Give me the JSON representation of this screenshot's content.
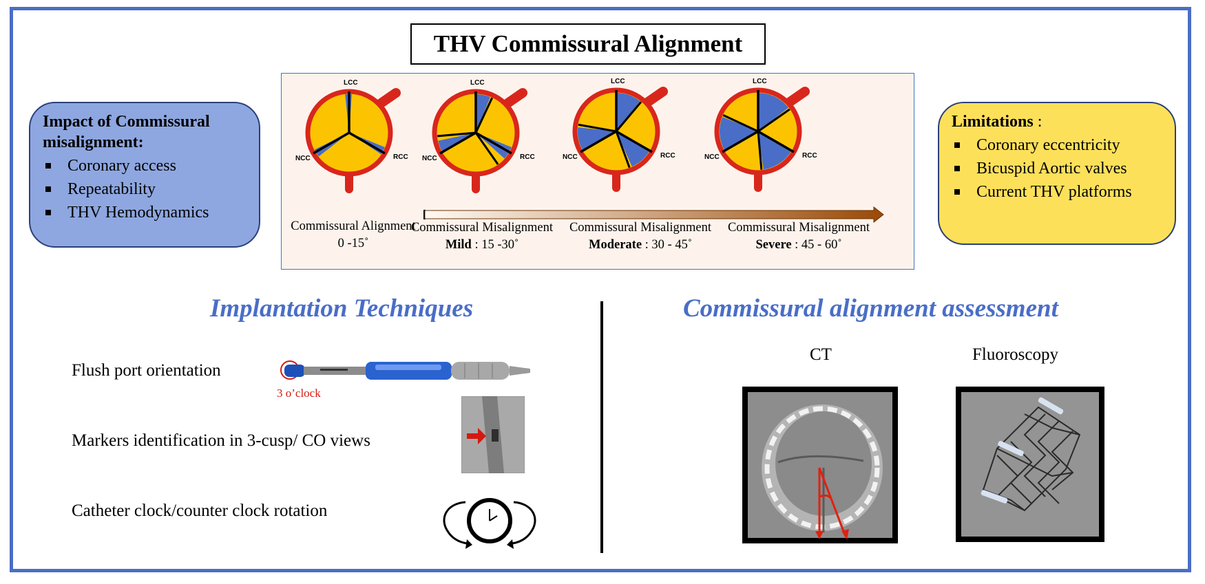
{
  "title": "THV Commissural Alignment",
  "impact": {
    "heading": "Impact of Commissural misalignment:",
    "items": [
      "Coronary access",
      "Repeatability",
      "THV Hemodynamics"
    ]
  },
  "limitations": {
    "heading": "Limitations",
    "colon": " :",
    "items": [
      "Coronary eccentricity",
      "Bicuspid Aortic valves",
      "Current THV platforms"
    ]
  },
  "cusp_labels": {
    "lcc": "LCC",
    "ncc": "NCC",
    "rcc": "RCC"
  },
  "stages": [
    {
      "line1": "Commissural Alignment",
      "line2_bold": "",
      "line2_rest": "0 -15˚"
    },
    {
      "line1": "Commissural Misalignment",
      "line2_bold": "Mild",
      "line2_rest": " : 15 -30˚"
    },
    {
      "line1": "Commissural Misalignment",
      "line2_bold": "Moderate",
      "line2_rest": " : 30 - 45˚"
    },
    {
      "line1": "Commissural Misalignment",
      "line2_bold": "Severe",
      "line2_rest": " : 45 - 60˚"
    }
  ],
  "implantation": {
    "title": "Implantation Techniques",
    "items": [
      "Flush port orientation",
      "Markers identification in 3-cusp/ CO views",
      "Catheter clock/counter clock rotation"
    ],
    "clock_label": "3 o’clock"
  },
  "assessment": {
    "title": "Commissural alignment assessment",
    "ct_label": "CT",
    "fluoro_label": "Fluoroscopy"
  },
  "colors": {
    "frame": "#4a6ec7",
    "valve_fill": "#fcc400",
    "valve_ring": "#d9261c",
    "misaligned_gap": "#4a6ec7",
    "impact_panel": "#8ea7e0",
    "limitations_panel": "#fde05a"
  },
  "icons": [
    "delivery-catheter-icon",
    "fluoroscopy-marker-icon",
    "rotation-clock-icon",
    "ct-scan-icon",
    "fluoroscopy-stent-icon"
  ]
}
